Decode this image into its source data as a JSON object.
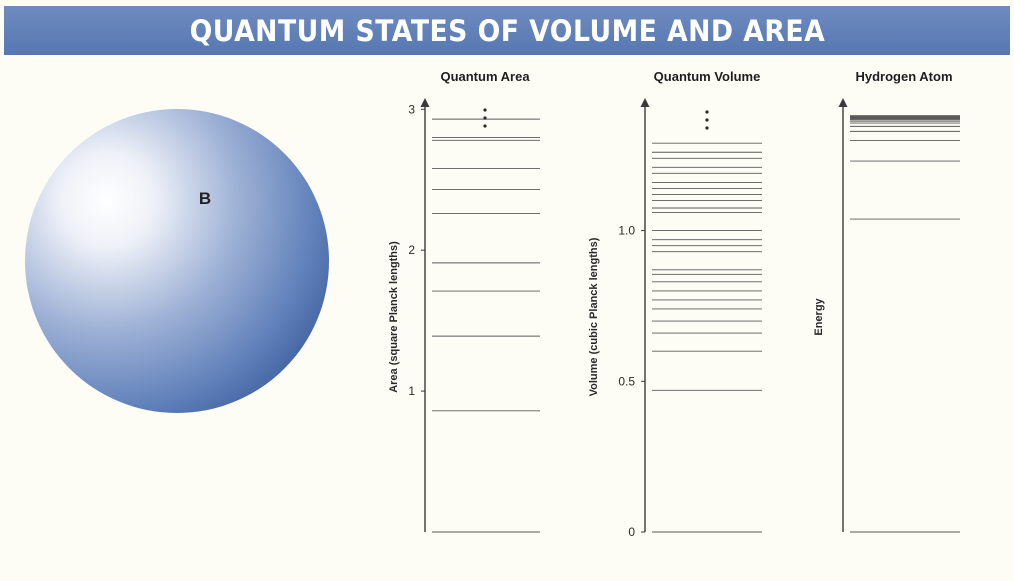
{
  "banner": {
    "title": "QUANTUM STATES OF VOLUME AND AREA"
  },
  "sphere": {
    "label": "B",
    "color": "#3f64a6"
  },
  "colors": {
    "line": "#5a5a5a",
    "axis": "#3a3a3a",
    "banner": "#5e7eb7"
  },
  "chart_data": [
    {
      "type": "level-diagram",
      "title": "Quantum Area",
      "ylabel": "Area (square Planck lengths)",
      "ylim": [
        0,
        3.08
      ],
      "ticks": [
        1,
        2,
        3
      ],
      "tick_labels": [
        "1",
        "2",
        "3"
      ],
      "levels": [
        0,
        0.86,
        1.39,
        1.71,
        1.91,
        2.26,
        2.43,
        2.58,
        2.78,
        2.8,
        2.93
      ],
      "continuation": "⋮"
    },
    {
      "type": "level-diagram",
      "title": "Quantum Volume",
      "ylabel": "Volume (cubic Planck lengths)",
      "ylim": [
        0,
        1.44
      ],
      "ticks": [
        0,
        0.5,
        1.0
      ],
      "tick_labels": [
        "0",
        "0.5",
        "1.0"
      ],
      "levels": [
        0,
        0.47,
        0.6,
        0.66,
        0.7,
        0.74,
        0.77,
        0.8,
        0.83,
        0.855,
        0.87,
        0.93,
        0.95,
        0.97,
        1.0,
        1.06,
        1.075,
        1.1,
        1.12,
        1.14,
        1.16,
        1.19,
        1.21,
        1.24,
        1.26,
        1.29
      ],
      "continuation": "⋮"
    },
    {
      "type": "level-diagram",
      "title": "Hydrogen Atom",
      "ylabel": "Energy",
      "ylim": [
        0,
        1.04
      ],
      "ticks": [],
      "tick_labels": [],
      "levels": [
        0,
        0.75,
        0.889,
        0.938,
        0.96,
        0.972,
        0.98,
        0.9844,
        0.9877,
        0.99,
        0.9917,
        0.993,
        0.994,
        0.9949,
        0.9956,
        0.9961,
        0.9965,
        0.9969,
        0.9972,
        0.9975
      ],
      "continuation": ""
    }
  ]
}
